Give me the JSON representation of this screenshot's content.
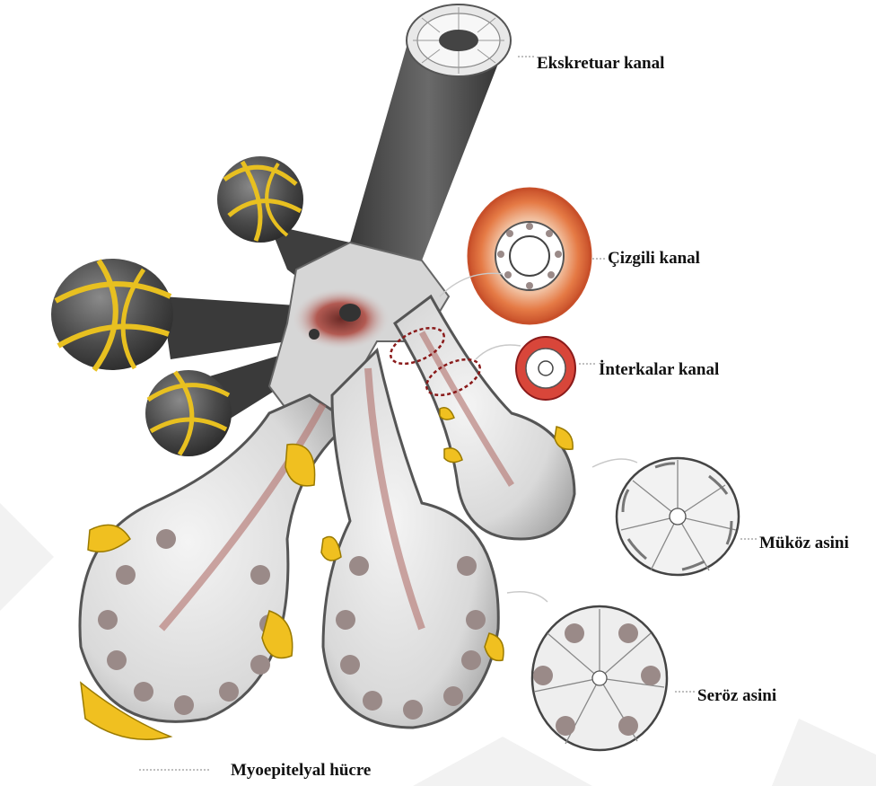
{
  "labels": {
    "ekskretuar": "Ekskretuar kanal",
    "cizgili": "Çizgili kanal",
    "interkalar": "İnterkalar kanal",
    "mukoz": "Müköz asini",
    "seroz": "Seröz asini",
    "myoepitelyal": "Myoepitelyal hücre"
  },
  "colors": {
    "duct_dark": "#4a4a4a",
    "duct_light": "#d8d8d8",
    "lumen_red": "#a8504a",
    "striated_orange": "#e06a3a",
    "myoepithelial_yellow": "#f0c020",
    "cell_nucleus": "#9a8a88"
  }
}
